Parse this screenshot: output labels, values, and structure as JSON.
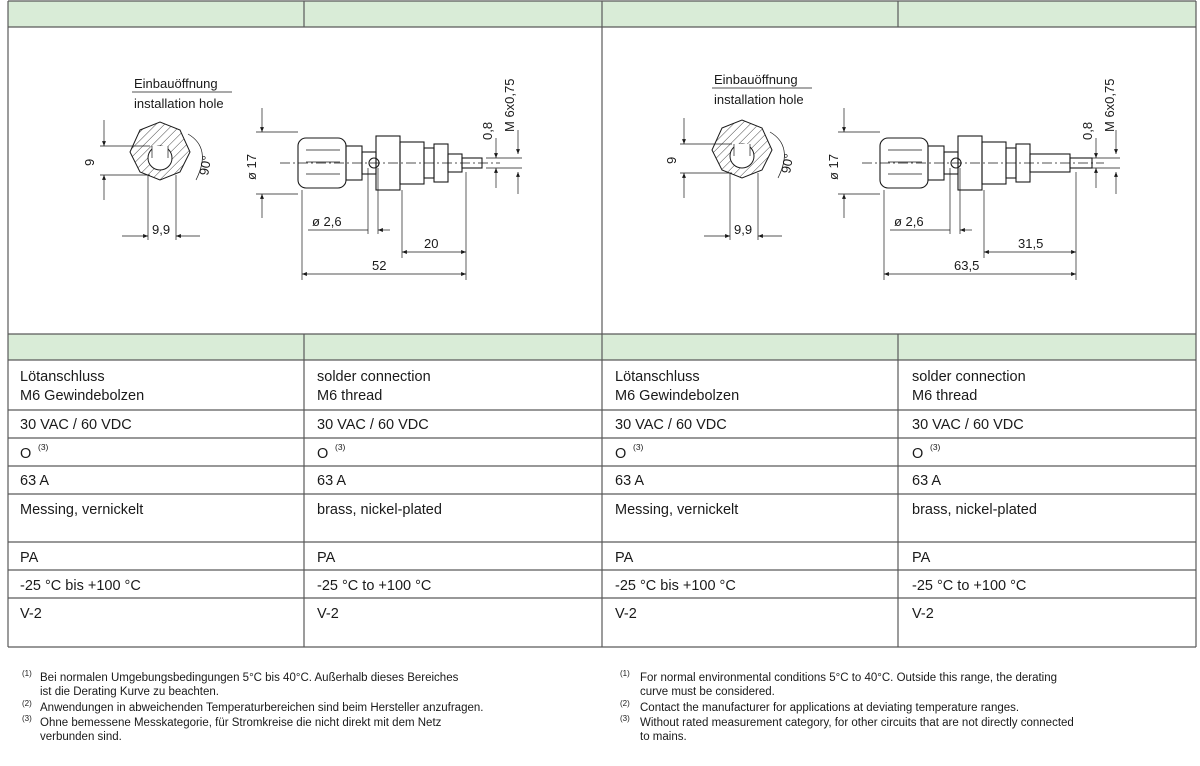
{
  "drawings": [
    {
      "hole_label_de": "Einbauöffnung",
      "hole_label_en": "installation hole",
      "dim_height": "9",
      "dim_angle": "90°",
      "dim_width": "9,9",
      "dim_diameter": "ø 17",
      "dim_pin": "ø 2,6",
      "dim_thread_len": "20",
      "dim_total_len": "52",
      "dim_wire": "0,8",
      "dim_thread": "M 6x0,75"
    },
    {
      "hole_label_de": "Einbauöffnung",
      "hole_label_en": "installation hole",
      "dim_height": "9",
      "dim_angle": "90°",
      "dim_width": "9,9",
      "dim_diameter": "ø 17",
      "dim_pin": "ø 2,6",
      "dim_thread_len": "31,5",
      "dim_total_len": "63,5",
      "dim_wire": "0,8",
      "dim_thread": "M 6x0,75"
    }
  ],
  "rows": [
    {
      "de": "Lötanschluss",
      "de2": "M6 Gewindebolzen",
      "en": "solder connection",
      "en2": "M6 thread"
    },
    {
      "de": "30 VAC / 60 VDC",
      "en": "30 VAC / 60 VDC"
    },
    {
      "de": "O",
      "de_sup": "(3)",
      "en": "O",
      "en_sup": "(3)"
    },
    {
      "de": "63 A",
      "en": "63 A"
    },
    {
      "de": "Messing, vernickelt",
      "en": "brass, nickel-plated"
    },
    {
      "de": "PA",
      "en": "PA"
    },
    {
      "de": "-25 °C bis +100 °C",
      "en": "-25 °C to +100 °C"
    },
    {
      "de": "V-2",
      "en": "V-2"
    }
  ],
  "footnotes_de": [
    {
      "num": "(1)",
      "lines": [
        "Bei normalen Umgebungsbedingungen 5°C bis 40°C. Außerhalb dieses Bereiches",
        "ist die Derating Kurve zu beachten."
      ]
    },
    {
      "num": "(2)",
      "lines": [
        "Anwendungen in abweichenden Temperaturbereichen sind beim Hersteller anzufragen."
      ]
    },
    {
      "num": "(3)",
      "lines": [
        "Ohne bemessene Messkategorie, für Stromkreise die nicht direkt mit dem Netz",
        "verbunden sind."
      ]
    }
  ],
  "footnotes_en": [
    {
      "num": "(1)",
      "lines": [
        "For normal environmental conditions 5°C to 40°C. Outside this range, the derating",
        "curve must be considered."
      ]
    },
    {
      "num": "(2)",
      "lines": [
        "Contact the manufacturer for applications at deviating temperature ranges."
      ]
    },
    {
      "num": "(3)",
      "lines": [
        "Without rated measurement category, for other circuits that are not directly connected",
        "to mains."
      ]
    }
  ],
  "colors": {
    "header_band": "#d9ecd7",
    "grid": "#5a5a5a",
    "ink": "#1a1a1a"
  }
}
